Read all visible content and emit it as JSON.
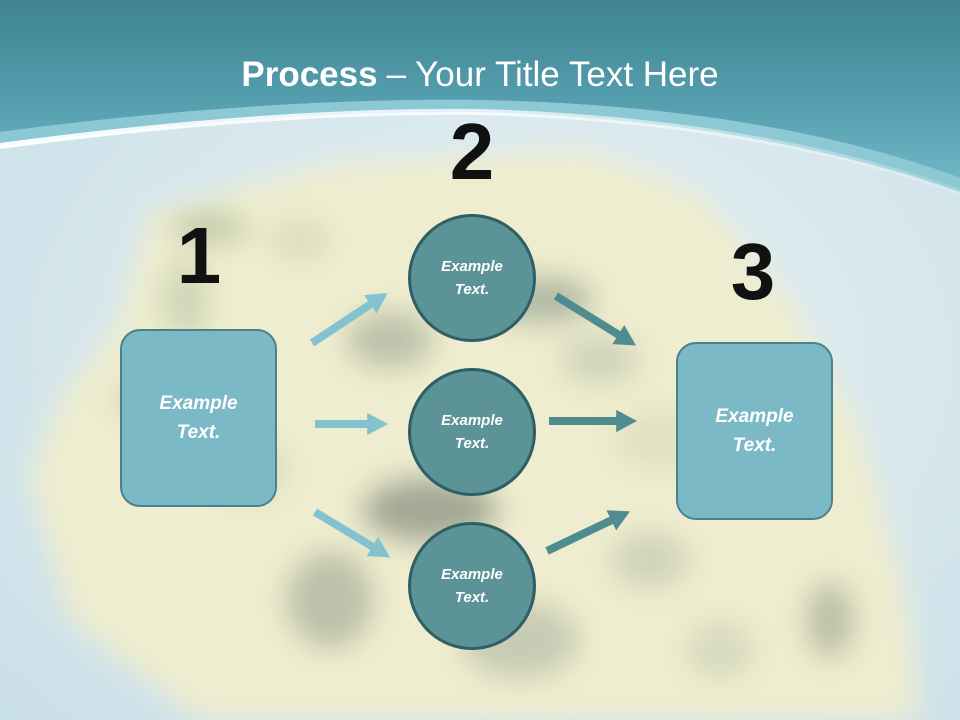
{
  "slide": {
    "title": {
      "emphasis": "Process",
      "rest": "– Your Title Text Here"
    }
  },
  "diagram": {
    "steps": [
      {
        "number": "1",
        "text": "Example Text."
      },
      {
        "number": "2",
        "items": [
          "Example Text.",
          "Example Text.",
          "Example Text."
        ]
      },
      {
        "number": "3",
        "text": "Example Text."
      }
    ]
  },
  "colors": {
    "box_fill": "#7bb9c7",
    "box_border": "#4c808a",
    "circle_fill": "#5b9397",
    "circle_border": "#2f5f66",
    "arrow_light": "#84c2cf",
    "arrow_dark": "#4f8c90",
    "number": "#111111",
    "title": "#ffffff",
    "header": "#4a8e9c"
  }
}
